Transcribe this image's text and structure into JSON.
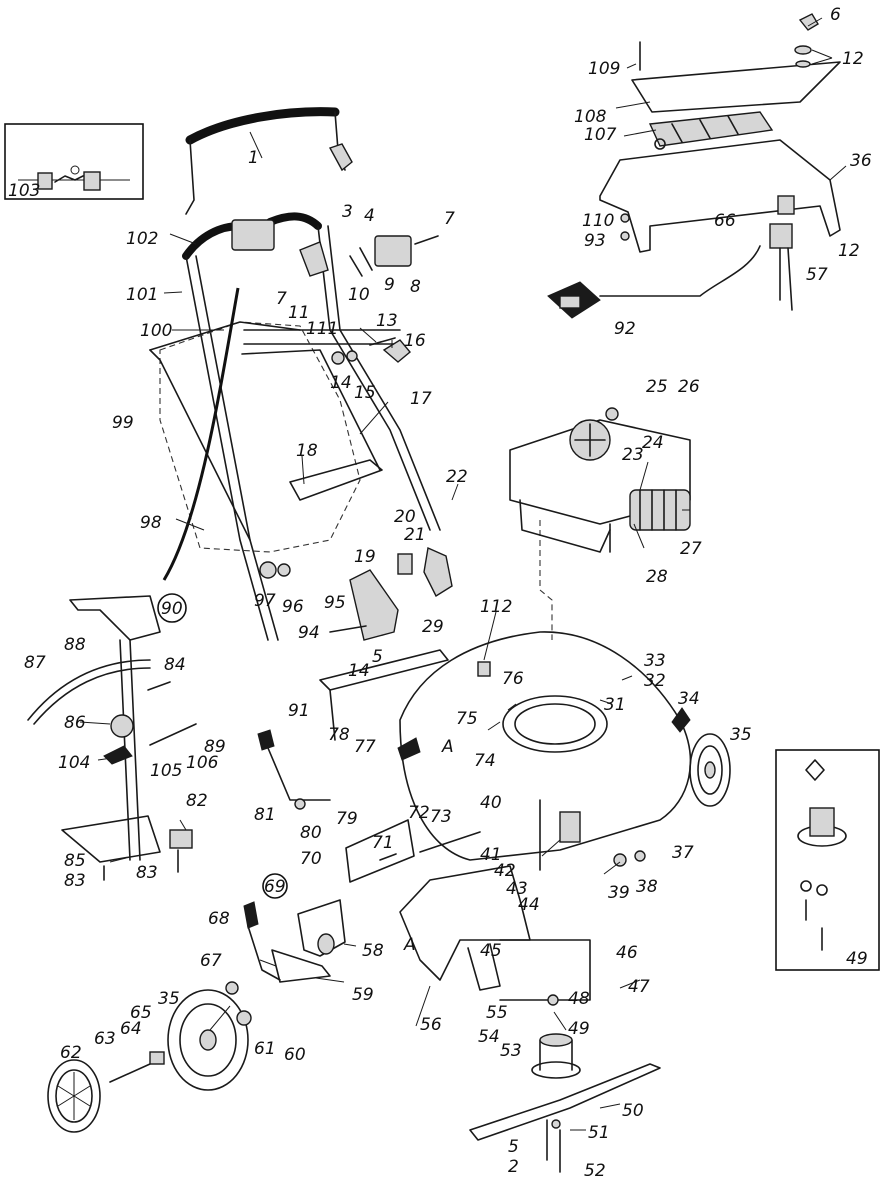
{
  "diagram": {
    "callouts": {
      "c1": "1",
      "c2": "2",
      "c3": "3",
      "c4": "4",
      "c5": "5",
      "c6": "6",
      "c7": "7",
      "c8": "8",
      "c9": "9",
      "c10": "10",
      "c11": "11",
      "c12": "12",
      "c13": "13",
      "c14": "14",
      "c15": "15",
      "c16": "16",
      "c17": "17",
      "c18": "18",
      "c19": "19",
      "c20": "20",
      "c21": "21",
      "c22": "22",
      "c23": "23",
      "c24": "24",
      "c25": "25",
      "c26": "26",
      "c27": "27",
      "c28": "28",
      "c29": "29",
      "c31": "31",
      "c32": "32",
      "c33": "33",
      "c34": "34",
      "c35": "35",
      "c36": "36",
      "c37": "37",
      "c38": "38",
      "c39": "39",
      "c40": "40",
      "c41": "41",
      "c42": "42",
      "c43": "43",
      "c44": "44",
      "c45": "45",
      "c46": "46",
      "c47": "47",
      "c48": "48",
      "c49": "49",
      "c50": "50",
      "c51": "51",
      "c52": "52",
      "c53": "53",
      "c54": "54",
      "c55": "55",
      "c56": "56",
      "c57": "57",
      "c58": "58",
      "c59": "59",
      "c60": "60",
      "c61": "61",
      "c62": "62",
      "c63": "63",
      "c64": "64",
      "c65": "65",
      "c66": "66",
      "c67": "67",
      "c68": "68",
      "c69": "69",
      "c70": "70",
      "c71": "71",
      "c72": "72",
      "c73": "73",
      "c74": "74",
      "c75": "75",
      "c76": "76",
      "c77": "77",
      "c78": "78",
      "c79": "79",
      "c80": "80",
      "c81": "81",
      "c82": "82",
      "c83": "83",
      "c84": "84",
      "c85": "85",
      "c86": "86",
      "c87": "87",
      "c88": "88",
      "c89": "89",
      "c90": "90",
      "c91": "91",
      "c92": "92",
      "c93": "93",
      "c94": "94",
      "c95": "95",
      "c96": "96",
      "c97": "97",
      "c98": "98",
      "c99": "99",
      "c100": "100",
      "c101": "101",
      "c102": "102",
      "c103": "103",
      "c104": "104",
      "c105": "105",
      "c106": "106",
      "c107": "107",
      "c108": "108",
      "c109": "109",
      "c110": "110",
      "c111": "111",
      "c112": "112",
      "refA": "A"
    }
  }
}
